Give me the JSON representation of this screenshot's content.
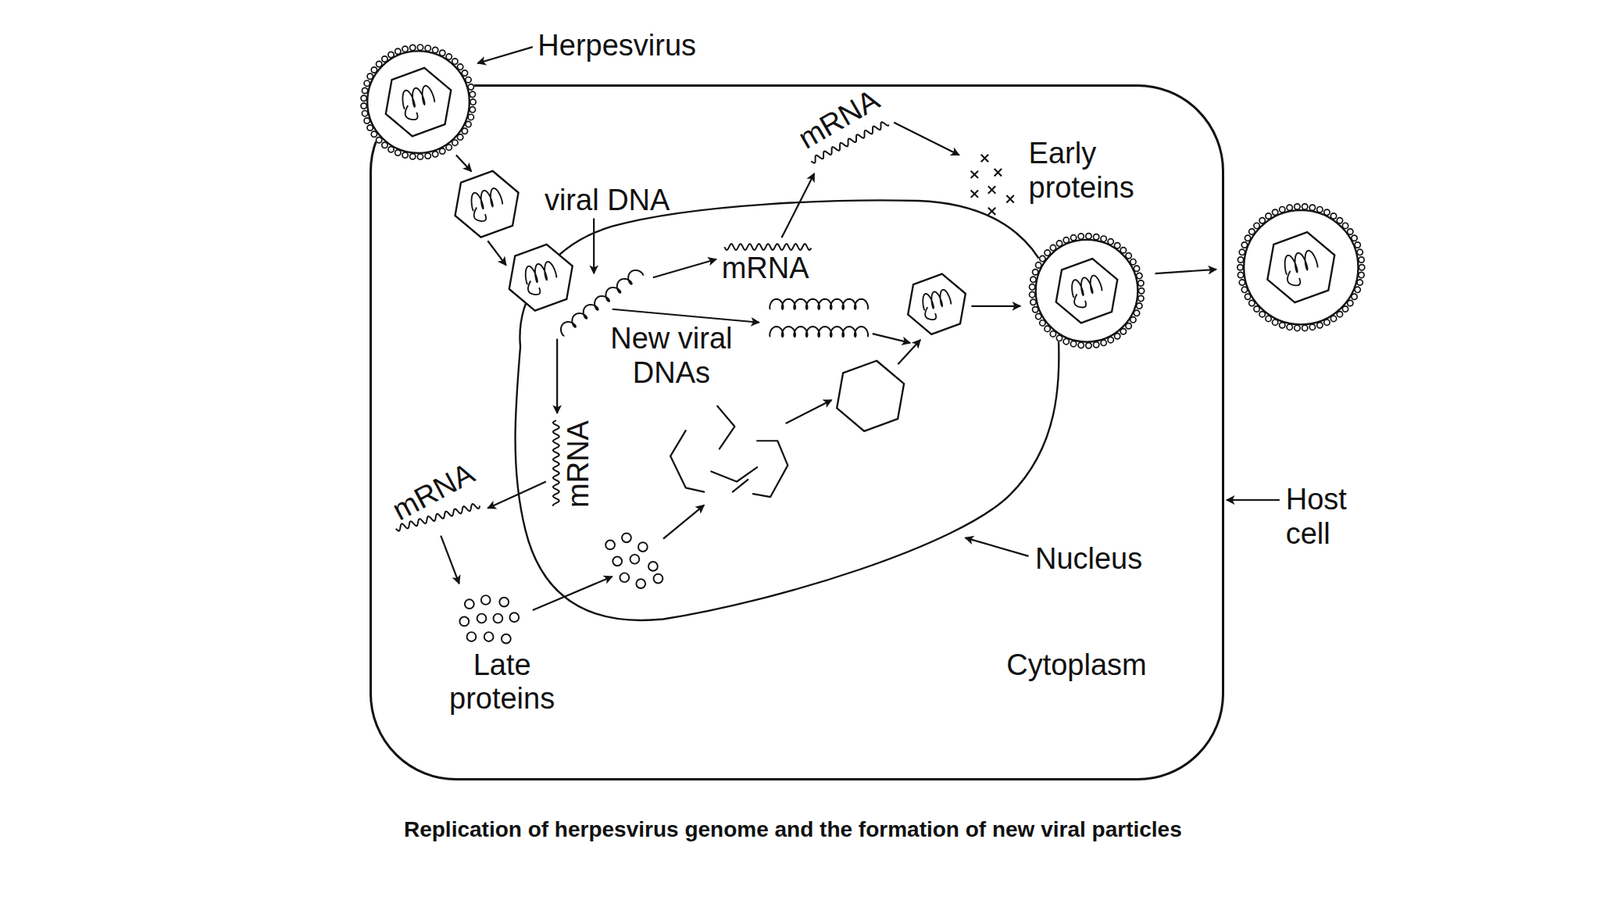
{
  "diagram": {
    "caption": "Replication of herpesvirus genome and the formation of new viral particles",
    "nodes": [
      {
        "text": [
          "Host cell",
          "Cytoplasm"
        ]
      },
      {
        "text": [
          "Nucleus"
        ],
        "in": 0
      }
    ],
    "labels": [
      "Herpesvirus",
      "mRNA",
      "Early proteins",
      "viral DNA",
      "mRNA",
      "New viral DNAs",
      "mRNA",
      "mRNA",
      "Late proteins"
    ]
  }
}
